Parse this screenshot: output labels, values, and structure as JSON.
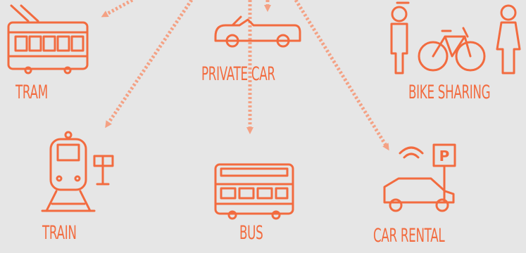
{
  "colors": {
    "background": "#e6e6e6",
    "icon": "#f26b3f",
    "arrow": "#f4a184"
  },
  "nodes": [
    {
      "id": "tram",
      "label": "TRAM",
      "icon": "tram-icon"
    },
    {
      "id": "private_car",
      "label": "PRIVATE CAR",
      "icon": "convertible-car-icon"
    },
    {
      "id": "bike_sharing",
      "label": "BIKE SHARING",
      "icon": "bike-sharing-icon"
    },
    {
      "id": "train",
      "label": "TRAIN",
      "icon": "train-icon"
    },
    {
      "id": "bus",
      "label": "BUS",
      "icon": "double-decker-bus-icon"
    },
    {
      "id": "car_rental",
      "label": "CAR RENTAL",
      "icon": "car-rental-parking-icon"
    }
  ]
}
